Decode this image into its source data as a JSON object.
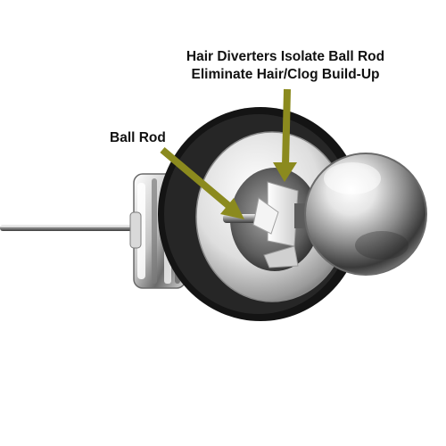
{
  "image": {
    "subject": "drain-stopper",
    "colors": {
      "background": "#ffffff",
      "arrow": "#8b8a1e",
      "chrome_light": "#f2f2f2",
      "chrome_mid": "#b9b9b9",
      "chrome_dark": "#3a3a3a",
      "rubber_gasket": "#111111"
    }
  },
  "callouts": {
    "diverters": {
      "line1": "Hair Diverters Isolate Ball Rod",
      "line2": "Eliminate Hair/Clog Build-Up"
    },
    "ball_rod": {
      "label": "Ball Rod"
    }
  }
}
